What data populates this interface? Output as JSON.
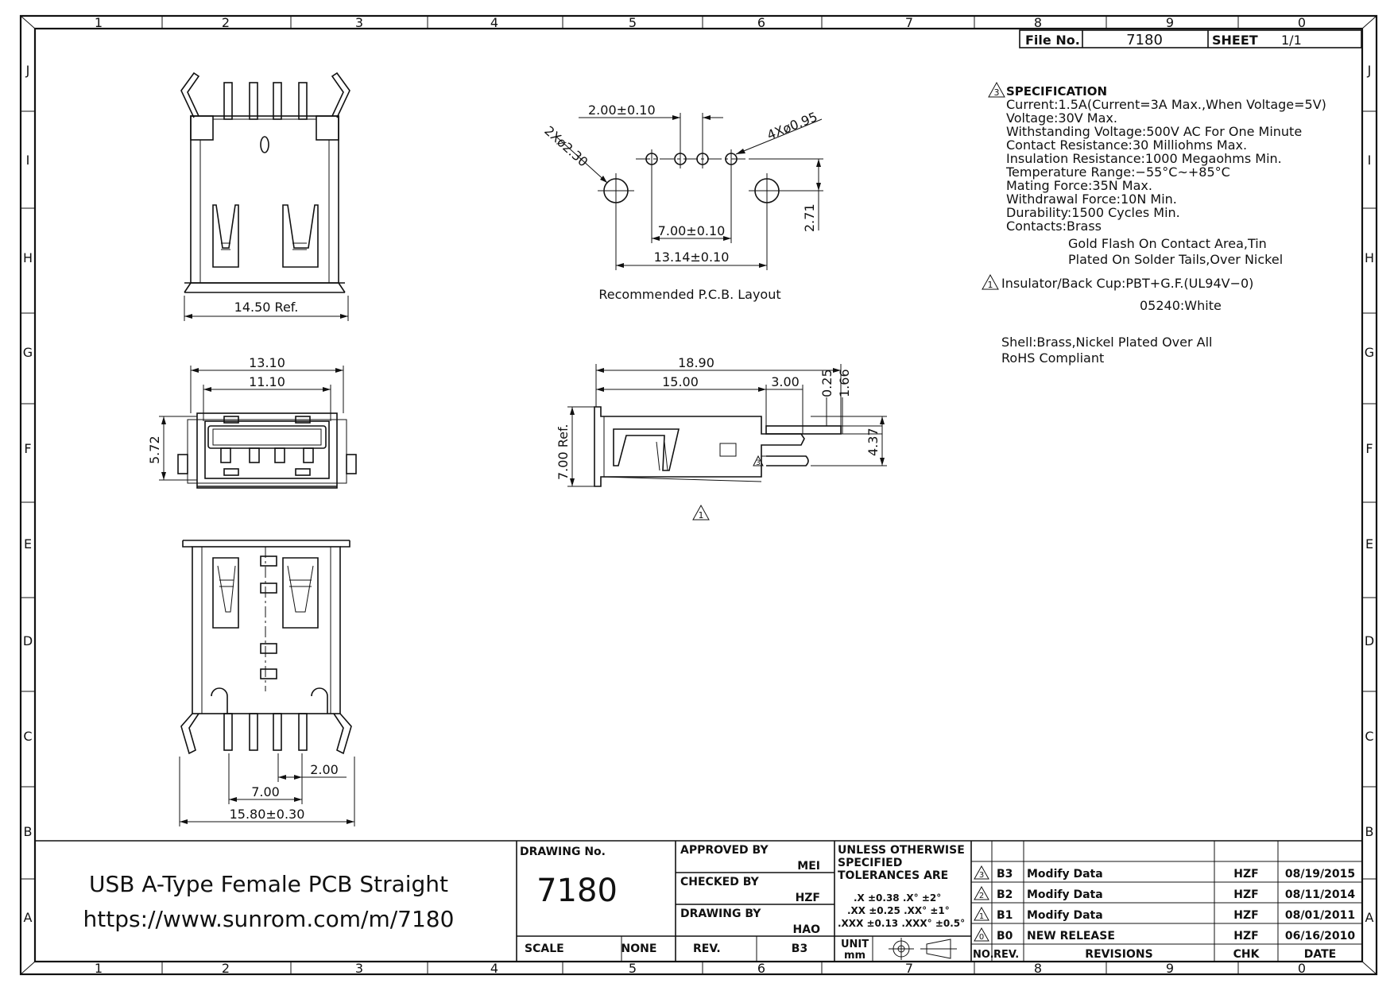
{
  "border": {
    "columns": [
      "1",
      "2",
      "3",
      "4",
      "5",
      "6",
      "7",
      "8",
      "9",
      "0"
    ],
    "rows": [
      "J",
      "I",
      "H",
      "G",
      "F",
      "E",
      "D",
      "C",
      "B",
      "A"
    ]
  },
  "header": {
    "file_no_label": "File No.",
    "file_no": "7180",
    "sheet_label": "SHEET",
    "sheet_value": "1/1"
  },
  "top_view": {
    "dim_width": "14.50 Ref."
  },
  "pcb_layout": {
    "caption": "Recommended P.C.B. Layout",
    "dim_pin_pitch": "2.00±0.10",
    "dim_pin_hole": "4Xø0.95",
    "dim_mount_hole": "2Xø2.30",
    "dim_inner": "7.00±0.10",
    "dim_outer": "13.14±0.10",
    "dim_vertical": "2.71"
  },
  "front_view": {
    "dim_outer": "13.10",
    "dim_inner": "11.10",
    "dim_height": "5.72"
  },
  "side_view": {
    "dim_length": "18.90",
    "dim_body": "15.00",
    "dim_tail": "3.00",
    "dim_thk1": "0.25",
    "dim_thk2": "1.66",
    "dim_tail_h": "4.37",
    "dim_height": "7.00 Ref.",
    "rev_mark_side": "3",
    "rev_mark_below": "1"
  },
  "bottom_view": {
    "dim_pitch": "2.00",
    "dim_inner": "7.00",
    "dim_outer": "15.80±0.30"
  },
  "specification": {
    "rev_mark_title": "3",
    "title": "SPECIFICATION",
    "lines": [
      "Current:1.5A(Current=3A Max.,When Voltage=5V)",
      "Voltage:30V Max.",
      "Withstanding Voltage:500V AC For One Minute",
      "Contact Resistance:30 Milliohms Max.",
      "Insulation Resistance:1000 Megaohms Min.",
      "Temperature Range:−55°C~+85°C",
      "Mating Force:35N Max.",
      "Withdrawal Force:10N Min.",
      "Durability:1500 Cycles Min.",
      "Contacts:Brass"
    ],
    "contacts_detail_1": "Gold Flash On Contact Area,Tin",
    "contacts_detail_2": "Plated On Solder Tails,Over Nickel",
    "rev_mark_insulator": "1",
    "insulator": "Insulator/Back Cup:PBT+G.F.(UL94V−0)",
    "insulator_color": "05240:White",
    "shell": "Shell:Brass,Nickel Plated Over All",
    "rohs": "RoHS Compliant"
  },
  "title_block": {
    "title": "USB A-Type Female PCB Straight",
    "url": "https://www.sunrom.com/m/7180",
    "drawing_no_label": "DRAWING No.",
    "drawing_no": "7180",
    "scale_label": "SCALE",
    "scale_value": "NONE",
    "approved_label": "APPROVED BY",
    "approved_value": "MEI",
    "checked_label": "CHECKED BY",
    "checked_value": "HZF",
    "drawn_label": "DRAWING BY",
    "drawn_value": "HAO",
    "rev_label": "REV.",
    "rev_value": "B3",
    "tol_line1": "UNLESS OTHERWISE",
    "tol_line2": "SPECIFIED",
    "tol_line3": "TOLERANCES ARE",
    "tol_row1": ".X ±0.38 .X° ±2°",
    "tol_row2": ".XX ±0.25 .XX° ±1°",
    "tol_row3": ".XXX ±0.13 .XXX° ±0.5°",
    "unit_label": "UNIT",
    "unit_value": "mm",
    "revisions": [
      {
        "no": "3",
        "rev": "B3",
        "desc": "Modify Data",
        "chk": "HZF",
        "date": "08/19/2015"
      },
      {
        "no": "2",
        "rev": "B2",
        "desc": "Modify Data",
        "chk": "HZF",
        "date": "08/11/2014"
      },
      {
        "no": "1",
        "rev": "B1",
        "desc": "Modify Data",
        "chk": "HZF",
        "date": "08/01/2011"
      },
      {
        "no": "0",
        "rev": "B0",
        "desc": "NEW RELEASE",
        "chk": "HZF",
        "date": "06/16/2010"
      }
    ],
    "col_no": "NO.",
    "col_rev": "REV.",
    "col_revisions": "REVISIONS",
    "col_chk": "CHK",
    "col_date": "DATE"
  }
}
